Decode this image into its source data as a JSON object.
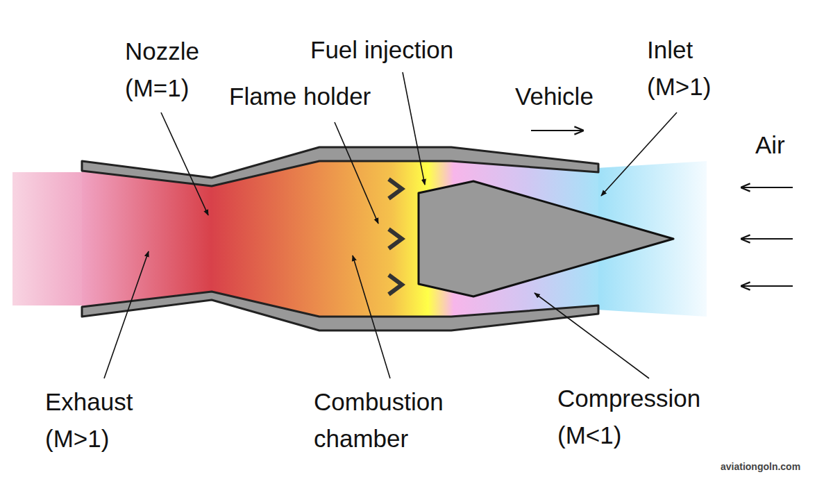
{
  "diagram": {
    "labels": [
      "Nozzle (M=1)",
      "Fuel injection",
      "Flame holder",
      "Vehicle",
      "Inlet (M>1)",
      "Air",
      "Exhaust (M>1)",
      "Combustion chamber",
      "Compression (M<1)",
      "aviationgoln.com"
    ]
  }
}
